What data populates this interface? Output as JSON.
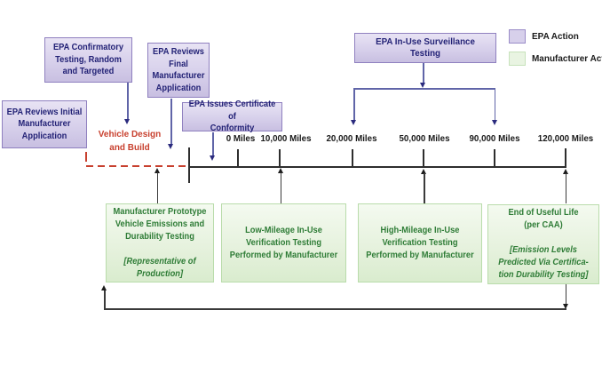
{
  "legend": {
    "epa": {
      "label": "EPA Action",
      "color": "#d7d0eb",
      "border": "#9a8cc8"
    },
    "manufacturer": {
      "label": "Manufacturer Action",
      "color": "#e9f4e2",
      "border": "#c7e2bb"
    }
  },
  "epa_boxes": {
    "confirmatory": {
      "text": "EPA Confirmatory\nTesting, Random\nand Targeted"
    },
    "reviews_final": {
      "text": "EPA Reviews\nFinal\nManufacturer\nApplication"
    },
    "reviews_initial": {
      "text": "EPA Reviews Initial\nManufacturer\nApplication"
    },
    "certificate": {
      "text": "EPA Issues Certificate of\nConformity"
    },
    "surveillance": {
      "text": "EPA In-Use Surveillance Testing"
    }
  },
  "process_label": {
    "text": "Vehicle Design\nand Build",
    "color": "#c8402e"
  },
  "timeline": {
    "ticks": [
      "0 Miles",
      "10,000 Miles",
      "20,000 Miles",
      "50,000 Miles",
      "90,000 Miles",
      "120,000 Miles"
    ]
  },
  "manufacturer_boxes": {
    "prototype": {
      "text": "Manufacturer Prototype\nVehicle Emissions and\nDurability Testing",
      "italic_text": "[Representative of\nProduction]"
    },
    "low_mileage": {
      "text": "Low-Mileage In-Use\nVerification Testing\nPerformed by Manufacturer"
    },
    "high_mileage": {
      "text": "High-Mileage In-Use\nVerification Testing\nPerformed by Manufacturer"
    },
    "end_of_life": {
      "text": "End of Useful Life\n(per CAA)",
      "italic_text": "[Emission Levels\nPredicted Via Certifica-\ntion Durability Testing]"
    }
  },
  "colors": {
    "epa_accent": "#8f80bf",
    "epa_text": "#232276",
    "mfr_accent": "#b9dcab",
    "mfr_text": "#2e7c36",
    "arrow_purple": "#6065a8",
    "line_dark": "#3a3a3a",
    "red_accent": "#c8402e"
  }
}
